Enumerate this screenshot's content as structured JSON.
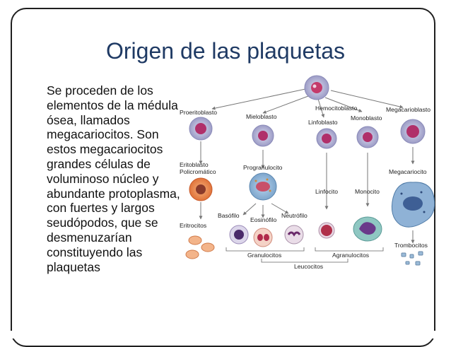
{
  "slide": {
    "title": "Origen de las plaquetas",
    "body": "Se proceden de los elementos de la médula ósea, llamados megacariocitos. Son estos megacariocitos grandes células de voluminoso núcleo y abundante protoplasma, con fuertes y largos seudópodos, que se desmenuzarían constituyendo las plaquetas"
  },
  "diagram": {
    "labels": {
      "hemocitoblasto": "Hemocitoblasto",
      "proeritoblasto": "Proeritoblasto",
      "mieloblasto": "Mieloblasto",
      "linfoblasto": "Linfoblasto",
      "monoblasto": "Monoblasto",
      "megacarioblasto": "Megacarioblasto",
      "eritoblasto": "Eritoblasto",
      "policromatico": "Policromático",
      "progranulocito": "Progranulocito",
      "megacariocito": "Megacariocito",
      "linfocito": "Linfocito",
      "monocito": "Monocito",
      "basofilo": "Basófilo",
      "eosinofilo": "Eosinófilo",
      "neutrofilo": "Neutrófilo",
      "eritrocitos": "Eritrocitos",
      "trombocitos": "Trombocitos",
      "granulocitos": "Granulocitos",
      "agranulocitos": "Agranulocitos",
      "leucocitos": "Leucocitos"
    },
    "colors": {
      "title": "#1f3a64",
      "stem_cell": "#b9b9d9",
      "stem_nucleus": "#c83a6a",
      "red_line": "#e07a3a",
      "platelet": "#9bbbd8"
    }
  }
}
